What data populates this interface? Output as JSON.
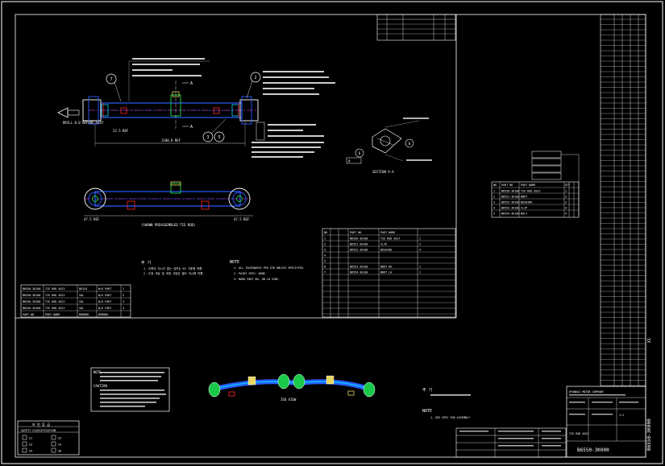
{
  "drawing": {
    "number": "B6550-3K000",
    "revision": "X1"
  },
  "main_view": {
    "balloons": [
      "7",
      "2",
      "3",
      "5"
    ],
    "section_mark": "A",
    "hole_note": "DRILL 8.0 BEFORE ASSY",
    "dim_overall": "1100.0 REF",
    "dim_small": "22.5 REF"
  },
  "bottom_view": {
    "label": "(SHOWN PREASSEMBLED TIE ROD)",
    "dim_left": "47.5 REF",
    "dim_right": "47.5 REF"
  },
  "section_view": {
    "title": "SECTION A-A",
    "balloons": [
      "6",
      "8",
      "9"
    ]
  },
  "iso_view": {
    "title": "ISO VIEW"
  },
  "notes": {
    "korean_heading": "주 기",
    "items": [
      "1. 도면의 지시가 없는 공차는 KS 기준에 따름.",
      "2. 도장 색상 및 조립 사양은 별도 지시에 따름."
    ],
    "english_heading": "NOTE",
    "english_items": [
      "1. ALL TOLERANCES PER STD UNLESS SPECIFIED.",
      "2. PAINT SPEC: NONE.",
      "3. MARK PART NO. ON LH SIDE."
    ],
    "right_heading": "주 기",
    "right_note_heading": "NOTE",
    "right_note_item": "1. SEE SPEC FOR ASSEMBLY"
  },
  "parts_list": {
    "headers": [
      "NO",
      "PART NO",
      "PART NAME",
      "QTY"
    ],
    "rows": [
      [
        "1",
        "B6550-3K100",
        "TIE ROD ASSY",
        "1"
      ],
      [
        "2",
        "B6551-3K100",
        "CLIP",
        "2"
      ],
      [
        "3",
        "B6552-3K100",
        "BUSHING",
        "4"
      ],
      [
        "4",
        "",
        "",
        ""
      ],
      [
        "5",
        "",
        "",
        ""
      ],
      [
        "6",
        "B6553-3K100",
        "BRKT RH",
        "1"
      ],
      [
        "7",
        "B6554-3K100",
        "BRKT LH",
        "1"
      ]
    ]
  },
  "right_legend": {
    "headers": [
      "NO",
      "PART NO",
      "PART NAME",
      "QTY"
    ],
    "rows": [
      [
        "1",
        "B6550-3K100",
        "TIE ROD ASSY",
        "1"
      ],
      [
        "2",
        "B6551-3K100",
        "BRKT",
        "2"
      ],
      [
        "3",
        "B6552-3K100",
        "BUSHING",
        "2"
      ],
      [
        "4",
        "B6553-3K100",
        "CLIP",
        "4"
      ],
      [
        "5",
        "B6554-3K100",
        "BOLT",
        "4"
      ]
    ]
  },
  "left_table": {
    "rows": [
      [
        "B6550-3K100",
        "TIE ROD ASSY",
        "BUILD",
        "W/O PART",
        "1"
      ],
      [
        "B6550-3K200",
        "TIE ROD ASSY",
        "SOL",
        "W/O PART",
        "2"
      ],
      [
        "B6550-3K300",
        "TIE ROD ASSY",
        "SOL",
        "W/O PART",
        "3"
      ],
      [
        "B6550-3K400",
        "TIE ROD ASSY",
        "SOL",
        "W/O PART",
        "4"
      ]
    ],
    "footer": [
      "PART NO",
      "PART NAME",
      "REMARK",
      "REMARK",
      ""
    ]
  },
  "caution_box": {
    "heading": "NOTE",
    "caution_label": "CAUTION"
  },
  "safety_box": {
    "title_kr": "보 안 등 급",
    "title_en": "SAFETY CLASSIFICATION",
    "options": [
      "S1",
      "S2",
      "S3",
      "S4",
      "S5",
      "S6"
    ]
  },
  "title_block": {
    "company": "HYUNDAI MOTOR COMPANY",
    "part_name": "TIE ROD ASSY",
    "scale": "1:2"
  },
  "colors": {
    "line": "#ffffff",
    "part": "#2a5cff",
    "part_fill": "#1b4aff",
    "accent_cyan": "#00d8ff",
    "bushing": "#19c94a",
    "clip": "#e8d860",
    "marker_red": "#ff2a2a",
    "marker_magenta": "#ff3cff"
  }
}
